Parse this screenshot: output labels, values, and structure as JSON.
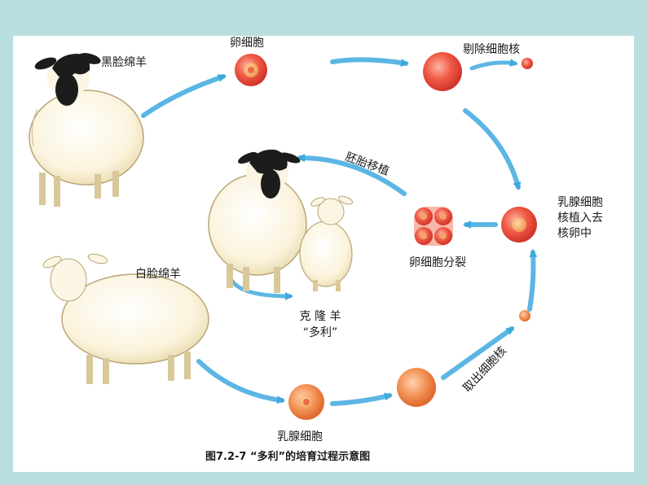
{
  "figure": {
    "caption": "图7.2-7 “多利”的培育过程示意图",
    "labels": {
      "black_face_sheep": "黑脸绵羊",
      "egg_cell": "卵细胞",
      "remove_nucleus": "剔除细胞核",
      "insert_nucleus": "乳腺细胞\n核植入去\n核卵中",
      "egg_division": "卵细胞分裂",
      "embryo_transfer": "胚胎移植",
      "clone_sheep_line1": "克 隆 羊",
      "clone_sheep_line2": "“多利”",
      "white_face_sheep": "白脸绵羊",
      "mammary_cell": "乳腺细胞",
      "extract_nucleus": "取出细胞核"
    }
  },
  "colors": {
    "page_background": "#b9dfe0",
    "arrow": "#3fa9de",
    "egg_cell": "#e8453a",
    "mammary_cell": "#f08a4a"
  }
}
